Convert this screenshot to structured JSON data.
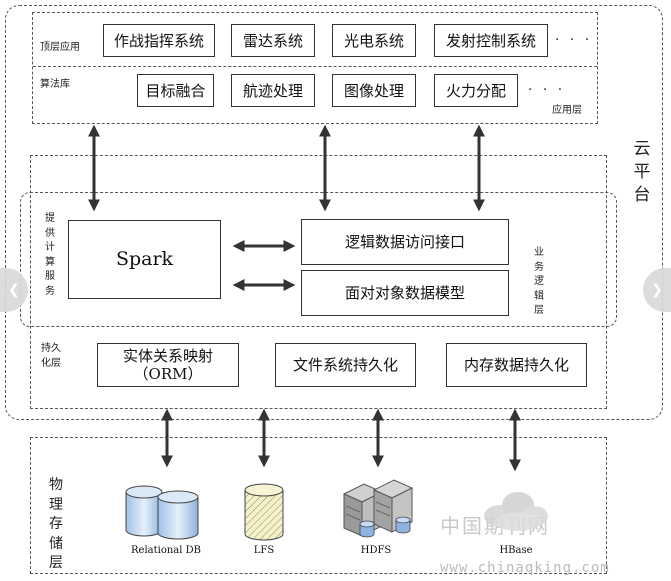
{
  "cloud_platform": {
    "label": "云平台"
  },
  "app_layer": {
    "label": "应用层",
    "top_label": "顶层应用",
    "algo_label": "算法库",
    "top_apps": [
      "作战指挥系统",
      "雷达系统",
      "光电系统",
      "发射控制系统"
    ],
    "algorithms": [
      "目标融合",
      "航迹处理",
      "图像处理",
      "火力分配"
    ],
    "ellipsis": "· · ·"
  },
  "compute": {
    "label": "提供计算服务",
    "spark": "Spark",
    "logic_label": "业务逻辑层",
    "logic_access": "逻辑数据访问接口",
    "object_model": "面对对象数据模型"
  },
  "persistence": {
    "label": "持久化层",
    "orm_line1": "实体关系映射",
    "orm_line2": "（ORM）",
    "file_system": "文件系统持久化",
    "memory": "内存数据持久化"
  },
  "physical": {
    "label": "物理存储层",
    "stores": [
      "Relational DB",
      "LFS",
      "HDFS",
      "HBase"
    ]
  },
  "watermark": {
    "text": "中国期刊网",
    "url": "www.chinaqking.com"
  }
}
